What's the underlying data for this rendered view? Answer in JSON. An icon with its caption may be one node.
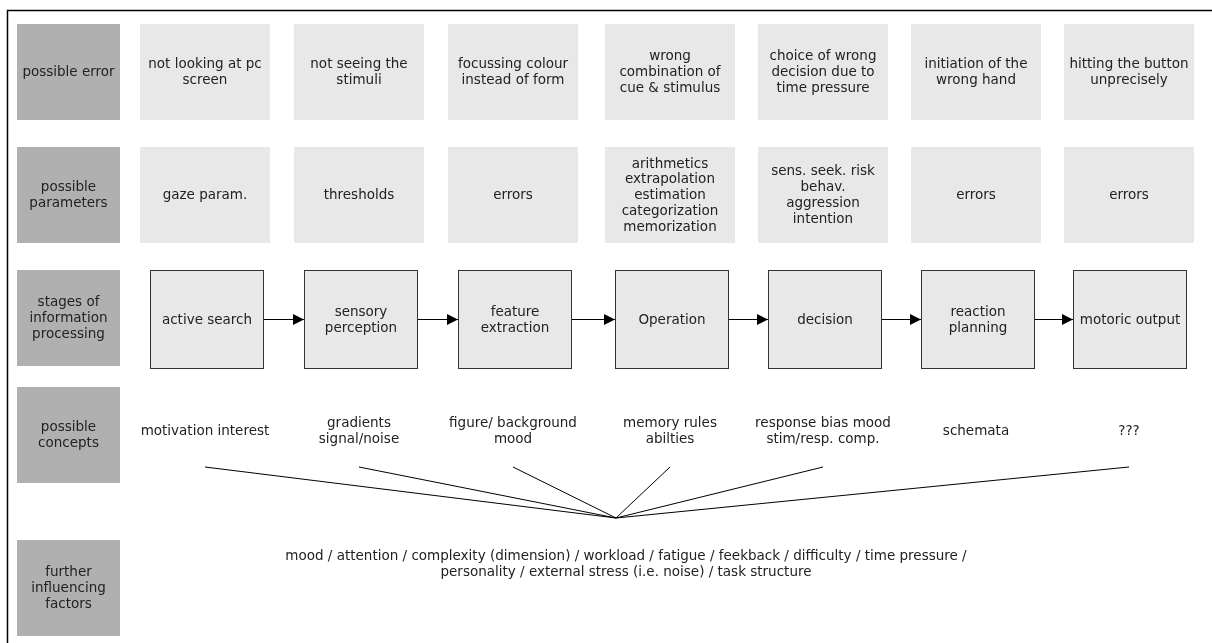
{
  "diagram": {
    "nodes": [
      {
        "text": [
          "possible error"
        ]
      },
      {
        "text": [
          "not looking at pc screen"
        ]
      },
      {
        "text": [
          "not seeing the stimuli"
        ]
      },
      {
        "text": [
          "focussing colour instead of form"
        ]
      },
      {
        "text": [
          "wrong combination of cue & stimulus"
        ]
      },
      {
        "text": [
          "choice of wrong decision due to time pressure"
        ]
      },
      {
        "text": [
          "initiation of the wrong hand"
        ]
      },
      {
        "text": [
          "hitting the button unprecisely"
        ]
      },
      {
        "text": [
          "possible parameters"
        ]
      },
      {
        "text": [
          "gaze param."
        ]
      },
      {
        "text": [
          "thresholds"
        ]
      },
      {
        "text": [
          "errors"
        ]
      },
      {
        "text": [
          "arithmetics extrapolation estimation categorization memorization"
        ]
      },
      {
        "text": [
          "sens. seek. risk behav. aggression intention"
        ]
      },
      {
        "text": [
          "errors"
        ]
      },
      {
        "text": [
          "errors"
        ]
      },
      {
        "text": [
          "stages of information processing"
        ]
      },
      {
        "text": [
          "active search"
        ]
      },
      {
        "text": [
          "sensory perception"
        ]
      },
      {
        "text": [
          "feature extraction"
        ]
      },
      {
        "text": [
          "Operation"
        ]
      },
      {
        "text": [
          "decision"
        ]
      },
      {
        "text": [
          "reaction planning"
        ]
      },
      {
        "text": [
          "motoric output"
        ]
      },
      {
        "text": [
          "possible concepts"
        ]
      },
      {
        "text": [
          "motivation interest"
        ]
      },
      {
        "text": [
          "gradients signal/noise"
        ]
      },
      {
        "text": [
          "figure/ background mood"
        ]
      },
      {
        "text": [
          "memory rules abilties"
        ]
      },
      {
        "text": [
          "response bias mood stim/resp. comp."
        ]
      },
      {
        "text": [
          "schemata"
        ]
      },
      {
        "text": [
          "???"
        ]
      },
      {
        "text": [
          "further influencing factors"
        ]
      },
      {
        "text": [
          "mood / attention / complexity (dimension) / workload / fatigue / feekback / difficulty / time pressure / personality / external stress (i.e. noise) / task structure"
        ]
      }
    ],
    "edges": [
      {
        "from": 17,
        "to": 18,
        "arrow": "to"
      },
      {
        "from": 18,
        "to": 19,
        "arrow": "to"
      },
      {
        "from": 19,
        "to": 20,
        "arrow": "to"
      },
      {
        "from": 20,
        "to": 21,
        "arrow": "to"
      },
      {
        "from": 21,
        "to": 22,
        "arrow": "to"
      },
      {
        "from": 22,
        "to": 23,
        "arrow": "to"
      },
      {
        "from": 25,
        "to": 33,
        "arrow": "none"
      },
      {
        "from": 26,
        "to": 33,
        "arrow": "none"
      },
      {
        "from": 27,
        "to": 33,
        "arrow": "none"
      },
      {
        "from": 28,
        "to": 33,
        "arrow": "none"
      },
      {
        "from": 29,
        "to": 33,
        "arrow": "none"
      },
      {
        "from": 31,
        "to": 33,
        "arrow": "none"
      }
    ]
  }
}
